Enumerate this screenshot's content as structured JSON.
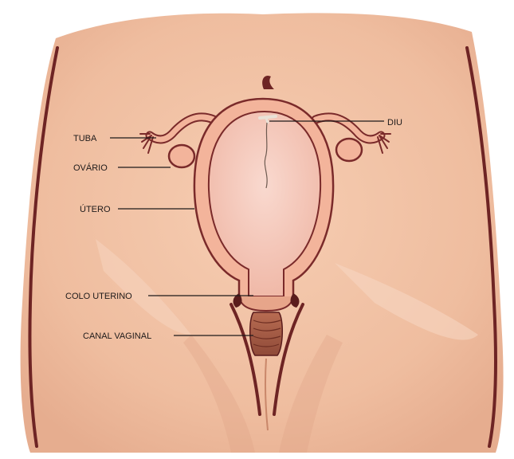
{
  "diagram": {
    "labels": {
      "tuba": "TUBA",
      "ovario": "OVÁRIO",
      "utero": "ÚTERO",
      "colo_uterino": "COLO UTERINO",
      "canal_vaginal": "CANAL VAGINAL",
      "diu": "DIU"
    }
  },
  "colors": {
    "background": "#ffffff",
    "skin": "#f2c2a4",
    "skin_shadow": "#dfa487",
    "outline": "#7a2a2a",
    "uterus_wall": "#f3b49b",
    "uterus_cavity": "#f6cdbf",
    "vaginal_canal": "#a8604a",
    "label_text": "#1e1a1a"
  }
}
